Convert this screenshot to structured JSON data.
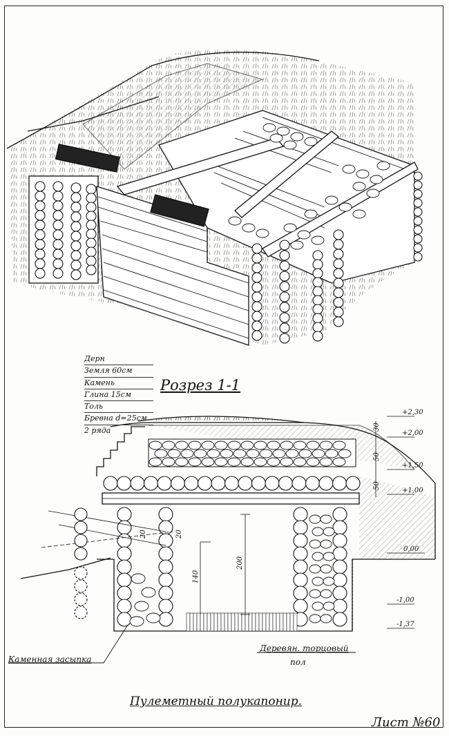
{
  "section_title": "Розрез 1-1",
  "caption": "Пулеметный полукапонир.",
  "sheet_number": "Лист №60",
  "layers": [
    "Дерн",
    "Земля 60см",
    "Камень",
    "Глина 15см",
    "Толь",
    "Бревна d=25см",
    "2 ряда"
  ],
  "callouts": {
    "stone_fill": "Каменная засыпка",
    "floor_line1": "Деревян. торцовый",
    "floor_line2": "пол"
  },
  "elevations": [
    "+2,30",
    "+2,00",
    "+1,50",
    "+1,00",
    "0,00",
    "-1,00",
    "-1,37"
  ],
  "dimensions": [
    "30",
    "50",
    "50",
    "20",
    "20",
    "200",
    "140"
  ],
  "colors": {
    "ink": "#111111",
    "paper": "#fdfdfb"
  }
}
